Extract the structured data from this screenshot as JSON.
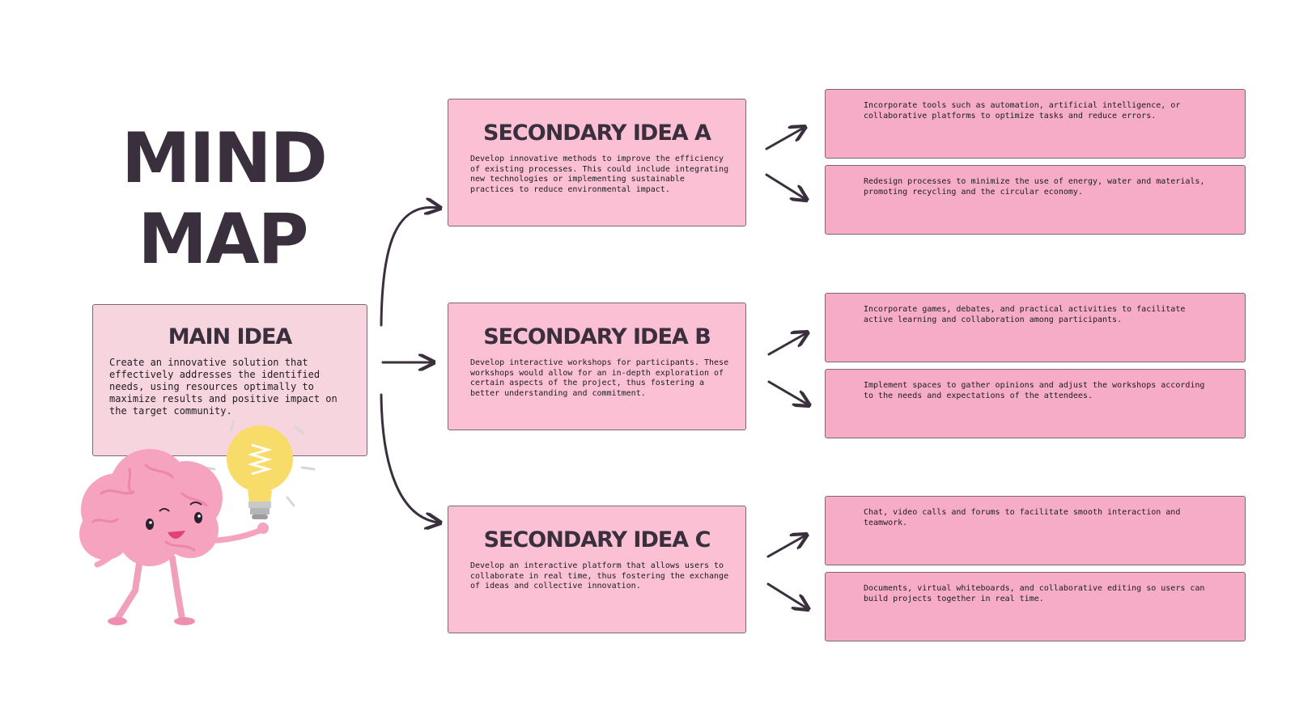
{
  "title": {
    "line1": "MIND",
    "line2": "MAP"
  },
  "main_idea": {
    "heading": "MAIN IDEA",
    "text": "Create an innovative solution that effectively addresses the identified needs, using resources optimally to maximize results and positive impact on the target community."
  },
  "secondary": [
    {
      "heading": "SECONDARY IDEA A",
      "text": "Develop innovative methods to improve the efficiency of existing processes. This could include integrating new technologies or implementing sustainable practices to reduce environmental impact.",
      "details": [
        "Incorporate tools such as automation, artificial intelligence, or collaborative platforms to optimize tasks and reduce errors.",
        "Redesign processes to minimize the use of energy, water and materials, promoting recycling and the circular economy."
      ]
    },
    {
      "heading": "SECONDARY IDEA B",
      "text": "Develop interactive workshops for participants. These workshops would allow for an in-depth exploration of certain aspects of the project, thus fostering a better understanding and commitment.",
      "details": [
        "Incorporate games, debates, and practical activities to facilitate active learning and collaboration among participants.",
        "Implement spaces to gather opinions and adjust the workshops according to the needs and expectations of the attendees."
      ]
    },
    {
      "heading": "SECONDARY IDEA C",
      "text": "Develop an interactive platform that allows users to collaborate in real time, thus fostering the exchange of ideas and collective innovation.",
      "details": [
        "Chat, video calls and forums to facilitate smooth interaction and teamwork.",
        "Documents, virtual whiteboards, and collaborative editing so users can build projects together in real time."
      ]
    }
  ],
  "colors": {
    "main_box": "#f7d5df",
    "secondary_box": "#fbc0d3",
    "detail_box": "#f6acc6",
    "ink": "#3a2f3d",
    "brain": "#f5a3bf",
    "bulb": "#f8dc6a"
  },
  "illustration": {
    "icon": "brain-with-lightbulb-icon"
  }
}
